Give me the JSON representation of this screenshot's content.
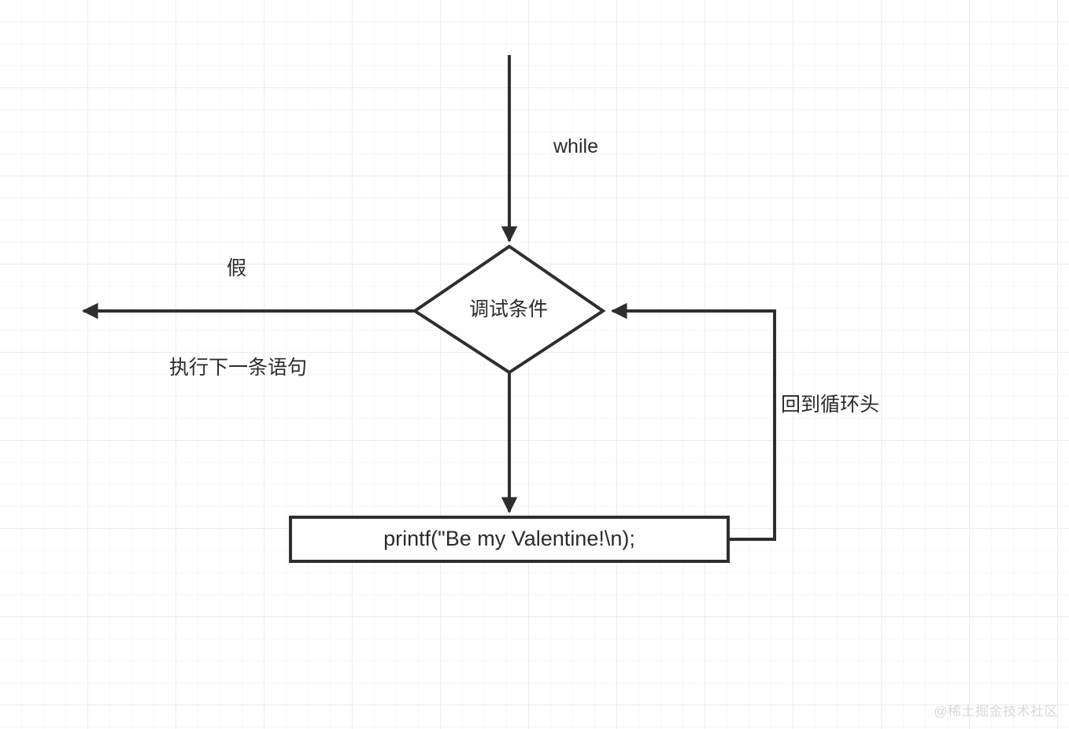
{
  "diagram": {
    "type": "flowchart",
    "title": "while loop flowchart",
    "nodes": [
      {
        "id": "decision",
        "shape": "diamond",
        "text": "调试条件"
      },
      {
        "id": "process",
        "shape": "rectangle",
        "text": "printf(\"Be my Valentine!\\n);"
      }
    ],
    "edge_labels": {
      "entry": "while",
      "false_branch": "假",
      "next_statement": "执行下一条语句",
      "loop_back": "回到循环头"
    },
    "colors": {
      "stroke": "#2e2e2e",
      "shape_fill": "#fefefe",
      "text": "#2b2b2b",
      "grid_major": "#ececec",
      "grid_minor": "#f7f7f7",
      "background": "#ffffff",
      "watermark": "#d9d9d9"
    }
  },
  "watermark": {
    "text": "@稀土掘金技术社区"
  }
}
